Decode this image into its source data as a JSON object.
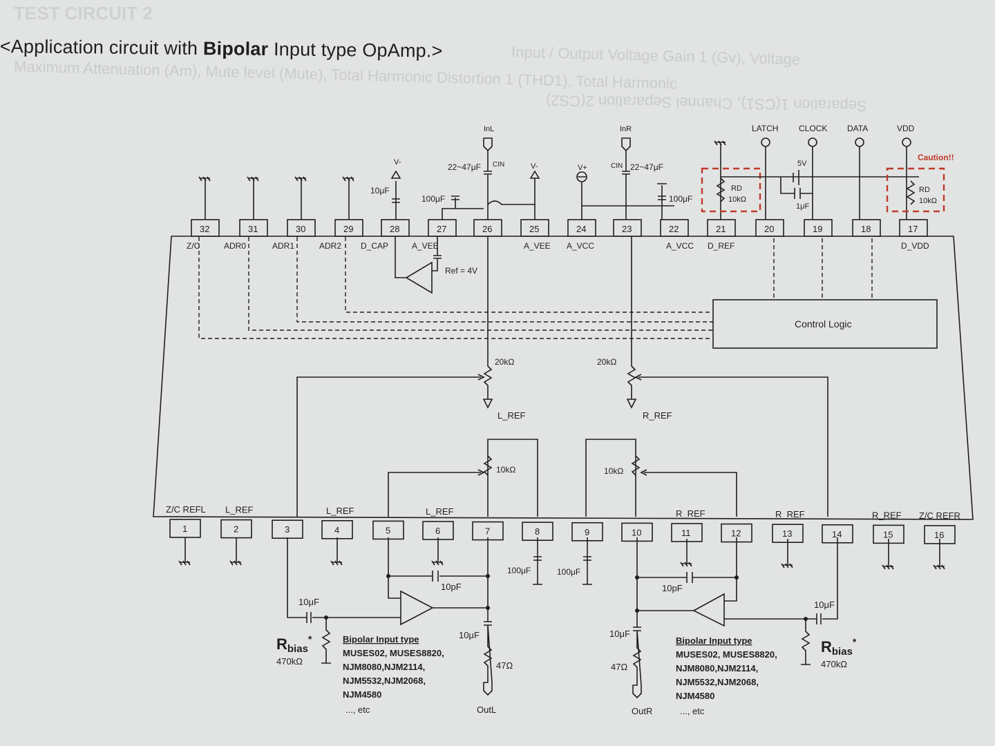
{
  "header": {
    "title_prefix": "<Application circuit with ",
    "title_bold": "Bipolar",
    "title_suffix": " Input type OpAmp.>",
    "faded_heading": "TEST CIRCUIT 2",
    "faded_line1": "Input / Output Voltage Gain 1 (Gv), Voltage",
    "faded_line2": "Maximum Attenuation (Am), Mute level (Mute), Total Harmonic Distortion 1 (THD1), Total Harmonic",
    "faded_line3": "Separation 1(CS1), Channel Separation 2(CS2)"
  },
  "terminals": {
    "inl": "InL",
    "inr": "InR",
    "latch": "LATCH",
    "clock": "CLOCK",
    "data": "DATA",
    "vdd": "VDD",
    "outl": "OutL",
    "outr": "OutR",
    "vminus": "V-",
    "vplus": "V+",
    "caution": "Caution!!"
  },
  "pins_top": [
    {
      "num": "32",
      "label": "Z/C"
    },
    {
      "num": "31",
      "label": "ADR0"
    },
    {
      "num": "30",
      "label": "ADR1"
    },
    {
      "num": "29",
      "label": "ADR2"
    },
    {
      "num": "28",
      "label": "D_CAP"
    },
    {
      "num": "27",
      "label": "A_VEE"
    },
    {
      "num": "26",
      "label": ""
    },
    {
      "num": "25",
      "label": "A_VEE"
    },
    {
      "num": "24",
      "label": "A_VCC"
    },
    {
      "num": "23",
      "label": ""
    },
    {
      "num": "22",
      "label": "A_VCC"
    },
    {
      "num": "21",
      "label": "D_REF"
    },
    {
      "num": "20",
      "label": ""
    },
    {
      "num": "19",
      "label": ""
    },
    {
      "num": "18",
      "label": ""
    },
    {
      "num": "17",
      "label": "D_VDD"
    }
  ],
  "pins_bottom": [
    {
      "num": "1",
      "label": "Z/C REFL"
    },
    {
      "num": "2",
      "label": "L_REF"
    },
    {
      "num": "3",
      "label": ""
    },
    {
      "num": "4",
      "label": "L_REF"
    },
    {
      "num": "5",
      "label": ""
    },
    {
      "num": "6",
      "label": "L_REF"
    },
    {
      "num": "7",
      "label": ""
    },
    {
      "num": "8",
      "label": ""
    },
    {
      "num": "9",
      "label": ""
    },
    {
      "num": "10",
      "label": ""
    },
    {
      "num": "11",
      "label": "R_REF"
    },
    {
      "num": "12",
      "label": ""
    },
    {
      "num": "13",
      "label": "R_REF"
    },
    {
      "num": "14",
      "label": ""
    },
    {
      "num": "15",
      "label": "R_REF"
    },
    {
      "num": "16",
      "label": "Z/C REFR"
    }
  ],
  "components": {
    "cin_left": "22~47μF",
    "cin_left_name": "CIN",
    "cin_right": "22~47μF",
    "cin_right_name": "CIN",
    "c28": "10μF",
    "c27": "100μF",
    "c22": "100μF",
    "five_v": "5V",
    "c_1uf": "1μF",
    "rd_name": "RD",
    "rd_value": "10kΩ",
    "rd2_name": "RD",
    "rd2_value": "10kΩ",
    "ref_label": "Ref = 4V",
    "control_logic": "Control Logic",
    "res_20k_left": "20kΩ",
    "res_20k_right": "20kΩ",
    "lref": "L_REF",
    "rref": "R_REF",
    "res_10k_left": "10kΩ",
    "res_10k_right": "10kΩ",
    "c8": "100μF",
    "c9": "100μF",
    "c10pf_left": "10pF",
    "c10pf_right": "10pF",
    "c10u_in_left": "10μF",
    "c10u_in_right": "10μF",
    "c10u_out_left": "10μF",
    "c10u_out_right": "10μF",
    "r47_left": "47Ω",
    "r47_right": "47Ω",
    "rbias_left_main": "R",
    "rbias_left_sub": "bias",
    "rbias_left_star": "*",
    "rbias_left_value": "470kΩ",
    "rbias_right_main": "R",
    "rbias_right_sub": "bias",
    "rbias_right_star": "*",
    "rbias_right_value": "470kΩ"
  },
  "opamp_note_left": {
    "heading": "Bipolar Input type",
    "lines": [
      "MUSES02, MUSES8820,",
      "NJM8080,NJM2114,",
      "NJM5532,NJM2068,",
      "NJM4580",
      "..., etc"
    ]
  },
  "opamp_note_right": {
    "heading": "Bipolar Input type",
    "lines": [
      "MUSES02, MUSES8820,",
      "NJM8080,NJM2114,",
      "NJM5532,NJM2068,",
      "NJM4580",
      "..., etc"
    ]
  },
  "colors": {
    "background": "#e2e4e3",
    "ink": "#1e1e1e",
    "caution": "#c0392b"
  }
}
